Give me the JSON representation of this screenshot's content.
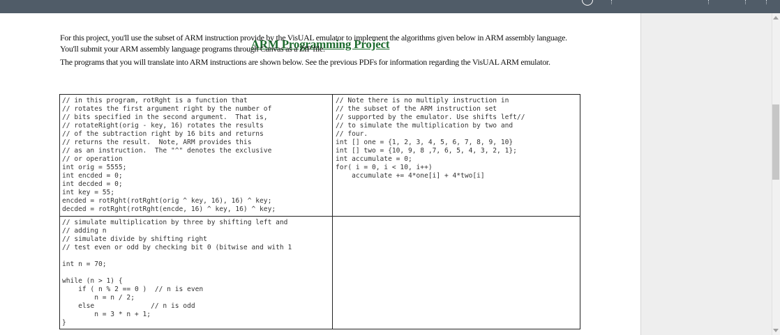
{
  "title": "ARM Programming Project",
  "paragraphs": [
    "For this project, you'll use the subset of ARM instruction provide by the VisUAL emulator to implement the algorithms given below in ARM assembly language.  You'll submit your ARM assembly language programs through Canvas as a ZIP file.",
    "The programs that you will translate into ARM instructions are shown below.  See the previous PDFs for information regarding the VisUAL ARM emulator."
  ],
  "code_blocks": {
    "top_left": "// in this program, rotRght is a function that\n// rotates the first argument right by the number of\n// bits specified in the second argument.  That is,\n// rotateRight(orig - key, 16) rotates the results\n// of the subtraction right by 16 bits and returns\n// returns the result.  Note, ARM provides this\n// as an instruction.  The \"^\" denotes the exclusive\n// or operation\nint orig = 5555;\nint encded = 0;\nint decded = 0;\nint key = 55;\nencded = rotRght(rotRght(orig ^ key, 16), 16) ^ key;\ndecded = rotRght(rotRght(encde, 16) ^ key, 16) ^ key;",
    "top_right": "// Note there is no multiply instruction in\n// the subset of the ARM instruction set\n// supported by the emulator. Use shifts left//\n// to simulate the multiplication by two and\n// four.\nint [] one = {1, 2, 3, 4, 5, 6, 7, 8, 9, 10}\nint [] two = {10, 9, 8 ,7, 6, 5, 4, 3, 2, 1};\nint accumulate = 0;\nfor( i = 0, i < 10, i++)\n    accumulate += 4*one[i] + 4*two[i]",
    "bottom_left": "// simulate multiplication by three by shifting left and\n// adding n\n// simulate divide by shifting right\n// test even or odd by checking bit 0 (bitwise and with 1\n\nint n = 70;\n\nwhile (n > 1) {\n    if ( n % 2 == 0 )  // n is even\n        n = n / 2;\n    else              // n is odd\n        n = 3 * n + 1;\n}",
    "bottom_right": ""
  },
  "colors": {
    "title": "#1d6b2e",
    "topbar": "#505c68"
  },
  "icons": [
    "circle-icon"
  ]
}
